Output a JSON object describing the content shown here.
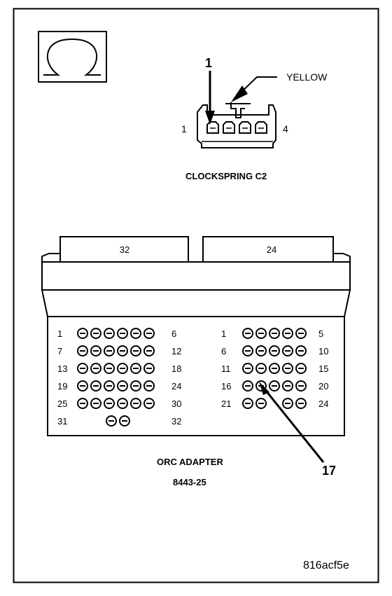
{
  "callouts": {
    "clockspring_terminal": "1",
    "orc_terminal": "17"
  },
  "clockspring": {
    "wire_color": "YELLOW",
    "pin_first": "1",
    "pin_last": "4",
    "title": "CLOCKSPRING C2"
  },
  "adapter": {
    "left_header": "32",
    "right_header": "24",
    "title": "ORC ADAPTER",
    "part_number": "8443-25",
    "left_rows": [
      {
        "start": "1",
        "end": "6",
        "pins": 6
      },
      {
        "start": "7",
        "end": "12",
        "pins": 6
      },
      {
        "start": "13",
        "end": "18",
        "pins": 6
      },
      {
        "start": "19",
        "end": "24",
        "pins": 6
      },
      {
        "start": "25",
        "end": "30",
        "pins": 6
      },
      {
        "start": "31",
        "end": "32",
        "pins": 2
      }
    ],
    "right_rows": [
      {
        "start": "1",
        "end": "5",
        "pins": 5
      },
      {
        "start": "6",
        "end": "10",
        "pins": 5
      },
      {
        "start": "11",
        "end": "15",
        "pins": 5
      },
      {
        "start": "16",
        "end": "20",
        "pins": 5
      },
      {
        "start": "21",
        "end": "24",
        "pins": 4
      }
    ]
  },
  "figure_id": "816acf5e",
  "icon": "ohm-symbol-icon"
}
